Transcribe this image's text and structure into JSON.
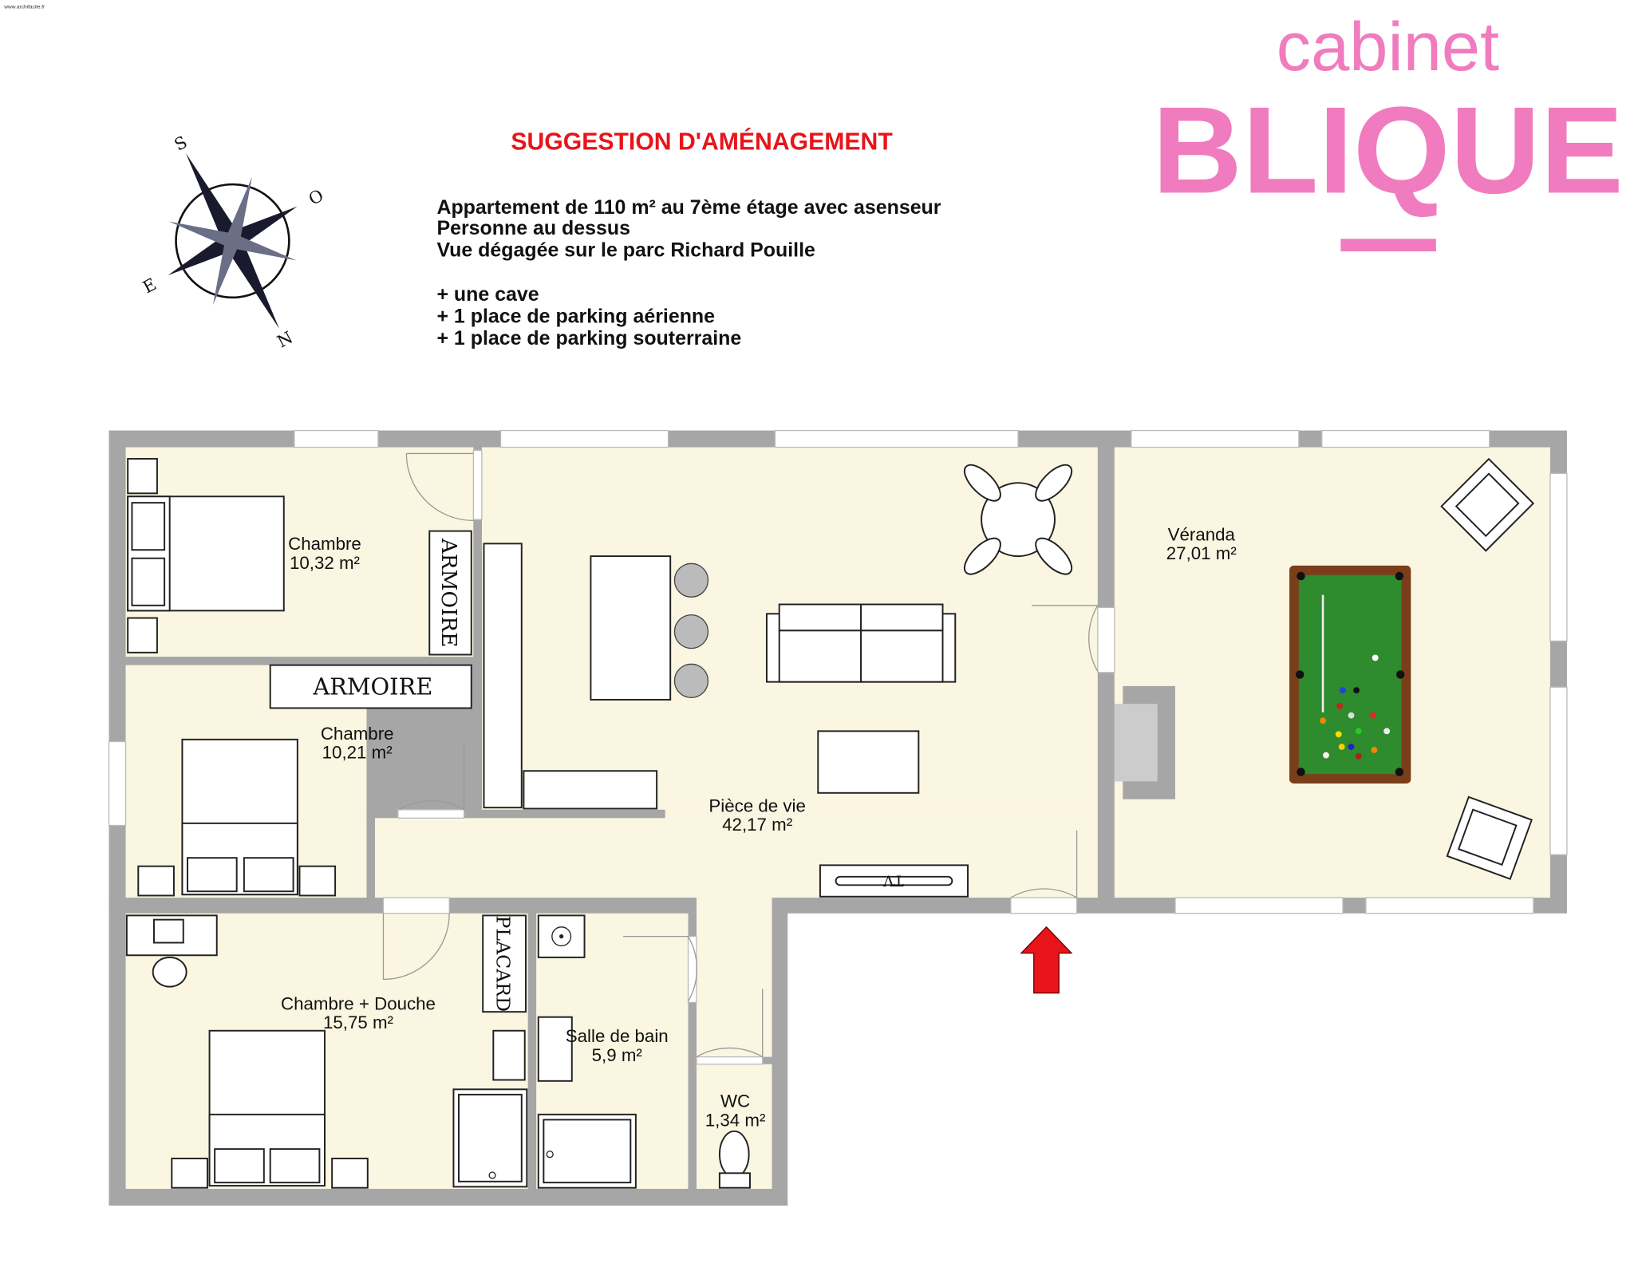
{
  "watermark": "www.archifacile.fr",
  "title": "SUGGESTION D'AMÉNAGEMENT",
  "description": [
    "Appartement de 110 m² au 7ème étage avec asenseur",
    "Personne au dessus",
    "Vue dégagée sur le parc Richard Pouille",
    "+ une cave",
    "+ 1 place de parking aérienne",
    "+ 1 place de parking souterraine"
  ],
  "logo": {
    "line1": "cabinet",
    "line2": "BLIQUE",
    "color": "#f07cbf"
  },
  "compass": {
    "n": "N",
    "s": "S",
    "e": "E",
    "o": "O"
  },
  "rooms": [
    {
      "name": "Chambre",
      "area": "10,32 m²"
    },
    {
      "name": "Chambre",
      "area": "10,21 m²"
    },
    {
      "name": "Pièce de vie",
      "area": "42,17 m²"
    },
    {
      "name": "Véranda",
      "area": "27,01 m²"
    },
    {
      "name": "Chambre + Douche",
      "area": "15,75 m²"
    },
    {
      "name": "Salle de bain",
      "area": "5,9 m²"
    },
    {
      "name": "WC",
      "area": "1,34 m²"
    }
  ],
  "furniture_labels": {
    "armoire": "ARMOIRE",
    "placard": "PLACARD",
    "tv": "TV"
  },
  "colors": {
    "wall": "#a6a6a6",
    "floor": "#fbf6e1",
    "title": "#e8141a",
    "arrow": "#e8141a",
    "pool_table": "#2e8b2e"
  }
}
